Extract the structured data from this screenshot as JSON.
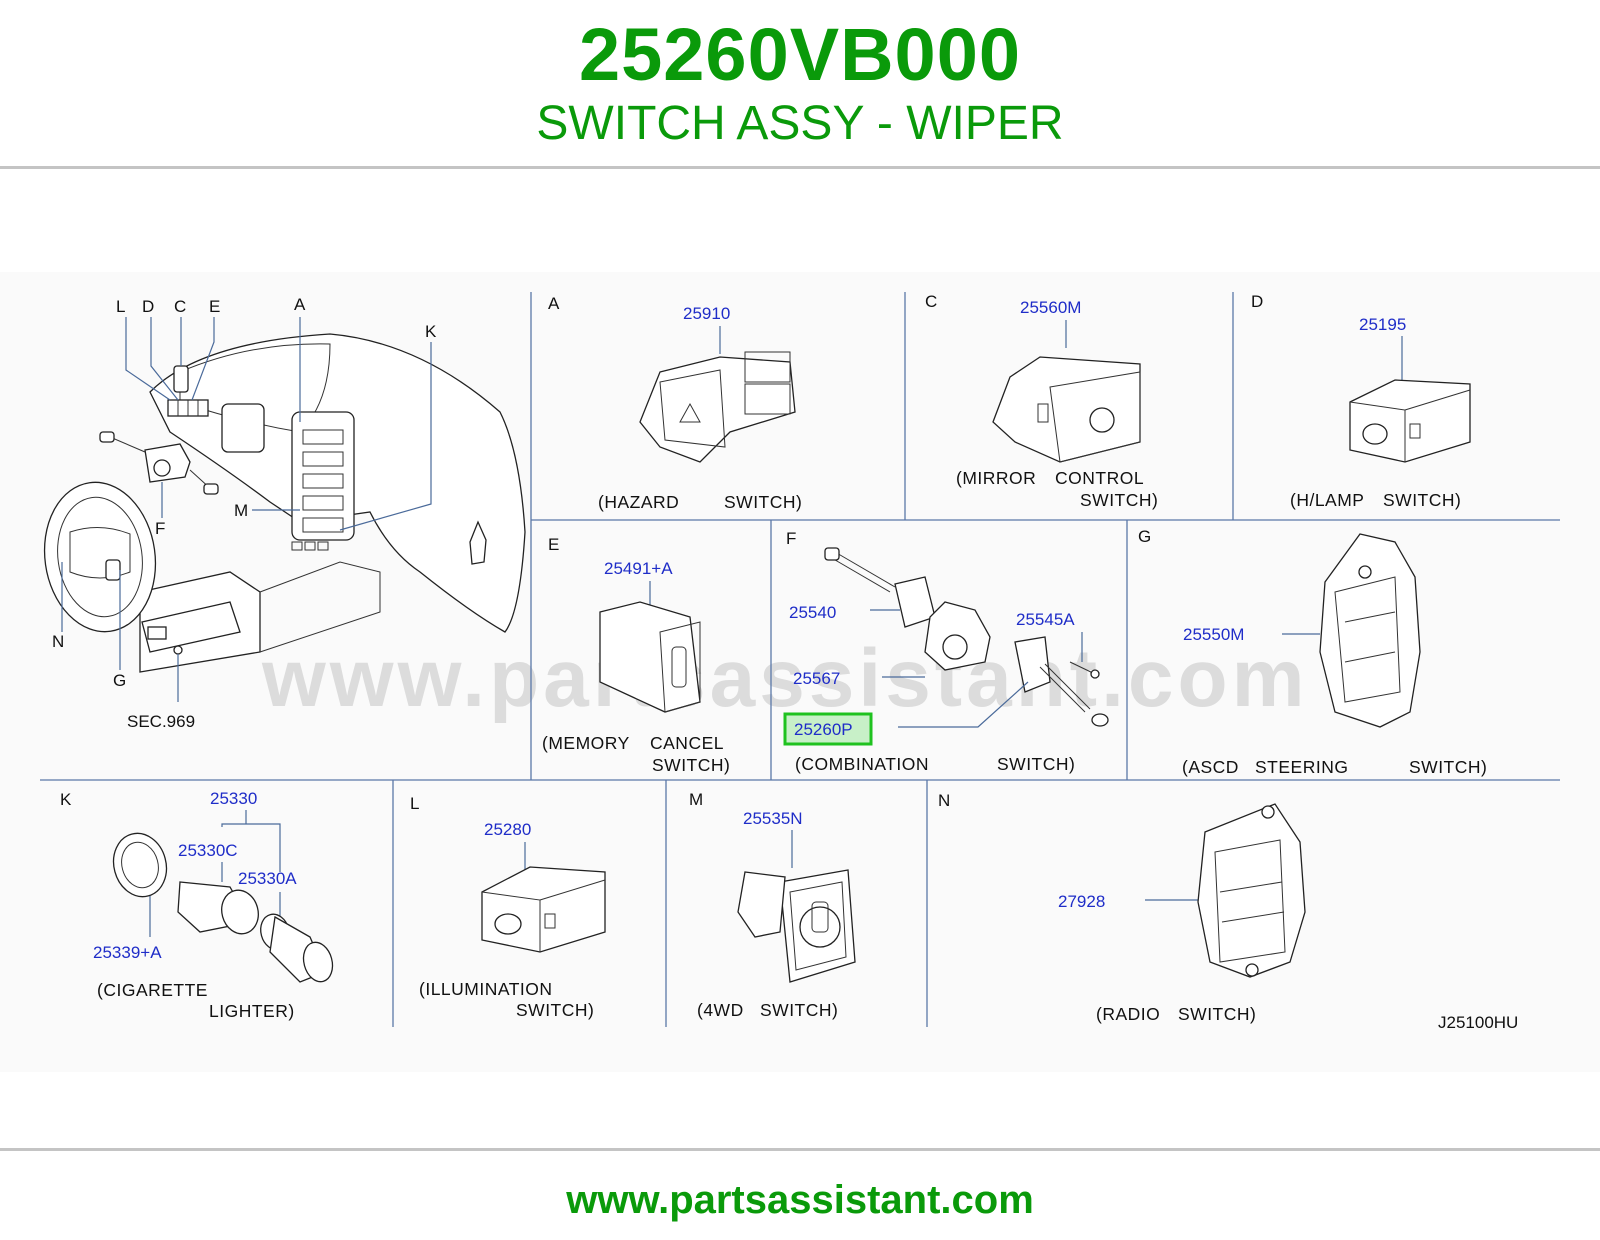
{
  "header": {
    "part_number": "25260VB000",
    "part_name": "SWITCH ASSY - WIPER"
  },
  "footer": {
    "url": "www.partsassistant.com"
  },
  "watermark": "www.partsassistant.com",
  "diagram": {
    "overview": {
      "letters": {
        "L": "L",
        "D": "D",
        "C": "C",
        "E": "E",
        "A": "A",
        "K": "K",
        "F": "F",
        "M": "M",
        "N": "N",
        "G": "G"
      },
      "sec_ref": "SEC.969"
    },
    "sections": {
      "A": {
        "letter": "A",
        "parts": [
          "25910"
        ],
        "label_1": "(HAZARD",
        "label_2": "SWITCH)"
      },
      "C": {
        "letter": "C",
        "parts": [
          "25560M"
        ],
        "label_1": "(MIRROR",
        "label_2": "CONTROL",
        "label_3": "SWITCH)"
      },
      "D": {
        "letter": "D",
        "parts": [
          "25195"
        ],
        "label_1": "(H/LAMP",
        "label_2": "SWITCH)"
      },
      "E": {
        "letter": "E",
        "parts": [
          "25491+A"
        ],
        "label_1": "(MEMORY",
        "label_2": "CANCEL",
        "label_3": "SWITCH)"
      },
      "F": {
        "letter": "F",
        "parts": [
          "25540",
          "25545A",
          "25567",
          "25260P"
        ],
        "highlighted": "25260P",
        "label_1": "(COMBINATION",
        "label_2": "SWITCH)"
      },
      "G": {
        "letter": "G",
        "parts": [
          "25550M"
        ],
        "label_1": "(ASCD",
        "label_2": "STEERING",
        "label_3": "SWITCH)"
      },
      "K": {
        "letter": "K",
        "parts": [
          "25330",
          "25330C",
          "25330A",
          "25339+A"
        ],
        "label_1": "(CIGARETTE",
        "label_2": "LIGHTER)"
      },
      "L": {
        "letter": "L",
        "parts": [
          "25280"
        ],
        "label_1": "(ILLUMINATION",
        "label_2": "SWITCH)"
      },
      "M": {
        "letter": "M",
        "parts": [
          "25535N"
        ],
        "label_1": "(4WD",
        "label_2": "SWITCH)"
      },
      "N": {
        "letter": "N",
        "parts": [
          "27928"
        ],
        "label_1": "(RADIO",
        "label_2": "SWITCH)"
      }
    },
    "drawing_code": "J25100HU"
  },
  "colors": {
    "brand_green": "#0a9a0a",
    "part_number_blue": "#1f2dc8",
    "highlight_green": "#1fc21f",
    "highlight_fill": "#c8f0c8"
  }
}
